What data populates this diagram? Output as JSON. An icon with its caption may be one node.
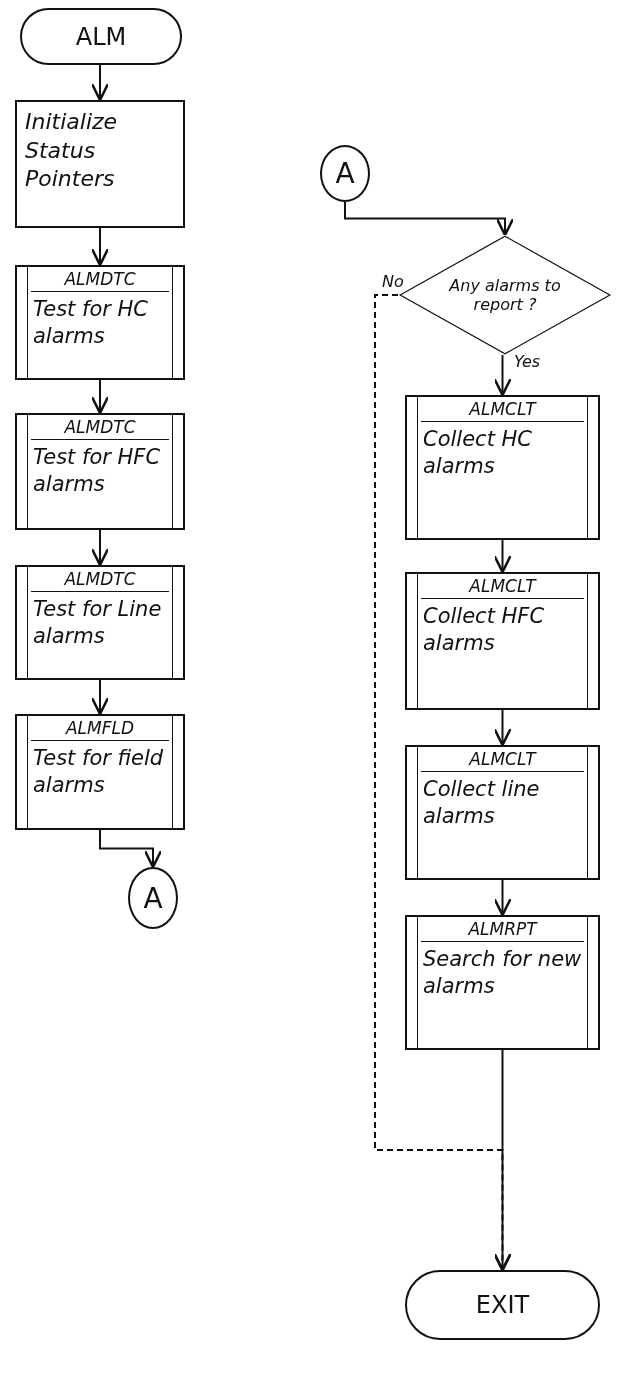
{
  "diagram": {
    "nodes": [
      {
        "text": [
          "ALM"
        ]
      },
      {
        "text": [
          "Initialize Status Pointers"
        ]
      },
      {
        "text": [
          "ALMDTC",
          "Test for HC alarms"
        ]
      },
      {
        "text": [
          "ALMDTC",
          "Test for HFC alarms"
        ]
      },
      {
        "text": [
          "ALMDTC",
          "Test for Line alarms"
        ]
      },
      {
        "text": [
          "ALMFLD",
          "Test for field alarms"
        ]
      },
      {
        "text": [
          "A"
        ]
      },
      {
        "text": [
          "A"
        ]
      },
      {
        "text": [
          "Any alarms to report ?"
        ]
      },
      {
        "text": [
          "ALMCLT",
          "Collect HC alarms"
        ]
      },
      {
        "text": [
          "ALMCLT",
          "Collect HFC alarms"
        ]
      },
      {
        "text": [
          "ALMCLT",
          "Collect line alarms"
        ]
      },
      {
        "text": [
          "ALMRPT",
          "Search for new alarms"
        ]
      },
      {
        "text": [
          "EXIT"
        ]
      }
    ],
    "edges": [
      {
        "from": 0,
        "to": 1,
        "arrow": "to"
      },
      {
        "from": 1,
        "to": 2,
        "arrow": "to"
      },
      {
        "from": 2,
        "to": 3,
        "arrow": "to"
      },
      {
        "from": 3,
        "to": 4,
        "arrow": "to"
      },
      {
        "from": 4,
        "to": 5,
        "arrow": "to"
      },
      {
        "from": 5,
        "to": 6,
        "arrow": "to"
      },
      {
        "from": 7,
        "to": 8,
        "arrow": "to"
      },
      {
        "from": 8,
        "to": 9,
        "arrow": "to",
        "label": "Yes"
      },
      {
        "from": 9,
        "to": 10,
        "arrow": "to"
      },
      {
        "from": 10,
        "to": 11,
        "arrow": "to"
      },
      {
        "from": 11,
        "to": 12,
        "arrow": "to"
      },
      {
        "from": 12,
        "to": 13,
        "arrow": "to"
      },
      {
        "from": 8,
        "to": 13,
        "arrow": "to",
        "label": "No",
        "style": "dashed"
      }
    ]
  }
}
